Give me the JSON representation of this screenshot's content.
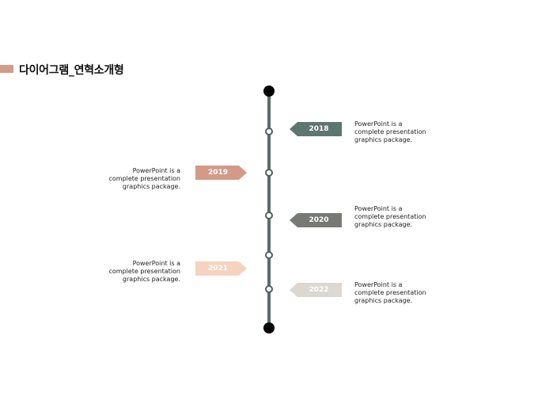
{
  "page_title": "다이어그램_연혁소개형",
  "colors": {
    "accent": "#d49a88",
    "axis": "#5a6e69"
  },
  "timeline": [
    {
      "year": "2018",
      "color": "#5e7670",
      "lines": [
        "PowerPoint is a",
        "complete presentation",
        "graphics package."
      ]
    },
    {
      "year": "2019",
      "color": "#d49a88",
      "lines": [
        "PowerPoint is a",
        "complete presentation",
        "graphics package."
      ]
    },
    {
      "year": "2020",
      "color": "#777a74",
      "lines": [
        "PowerPoint is a",
        "complete presentation",
        "graphics package."
      ]
    },
    {
      "year": "2021",
      "color": "#f5d3c0",
      "lines": [
        "PowerPoint is a",
        "complete presentation",
        "graphics package."
      ]
    },
    {
      "year": "2022",
      "color": "#dcd7d0",
      "lines": [
        "PowerPoint is a",
        "complete presentation",
        "graphics package."
      ]
    }
  ]
}
